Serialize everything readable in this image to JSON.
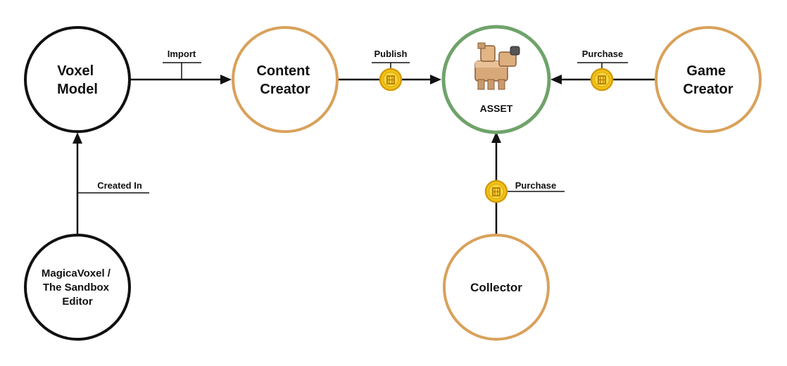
{
  "colors": {
    "node_default": "#111111",
    "node_actor": "#D9A15A",
    "node_asset": "#6FA36A",
    "coin_fill": "#F2C416",
    "coin_ring": "#D49B0A",
    "coin_inner": "#F6D53A",
    "line": "#111111"
  },
  "icons": {
    "coin": "sand-coin-icon",
    "asset": "voxel-creature-icon"
  },
  "nodes": {
    "voxel_model": {
      "line1": "Voxel",
      "line2": "Model"
    },
    "content_creator": {
      "line1": "Content",
      "line2": "Creator"
    },
    "asset": {
      "label": "ASSET"
    },
    "game_creator": {
      "line1": "Game",
      "line2": "Creator"
    },
    "editor": {
      "line1": "MagicaVoxel /",
      "line2": "The Sandbox",
      "line3": "Editor"
    },
    "collector": {
      "label": "Collector"
    }
  },
  "edges": {
    "import": "Import",
    "publish": "Publish",
    "purchase_game": "Purchase",
    "created_in": "Created In",
    "purchase_collector": "Purchase"
  }
}
